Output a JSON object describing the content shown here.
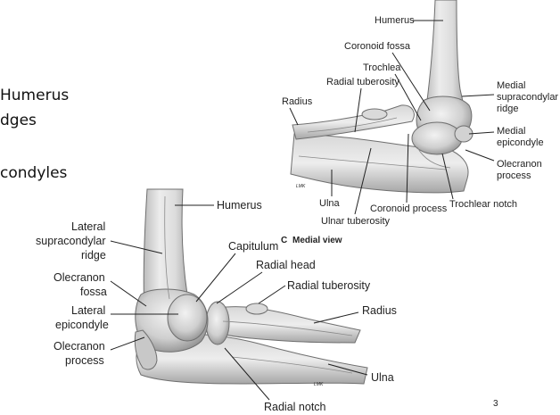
{
  "slide": {
    "text_fragments": [
      "Humerus",
      "dges",
      "condyles"
    ],
    "page_number": "3"
  },
  "medial_view": {
    "caption_letter": "C",
    "caption": "Medial view",
    "artist_initials": "LMK",
    "labels": {
      "humerus": "Humerus",
      "coronoid_fossa": "Coronoid fossa",
      "trochlea": "Trochlea",
      "radial_tuberosity": "Radial tuberosity",
      "radius": "Radius",
      "medial_supracondylar_ridge": [
        "Medial",
        "supracondylar",
        "ridge"
      ],
      "medial_epicondyle": [
        "Medial",
        "epicondyle"
      ],
      "olecranon_process": [
        "Olecranon",
        "process"
      ],
      "ulna": "Ulna",
      "coronoid_process": "Coronoid process",
      "trochlear_notch": "Trochlear notch",
      "ulnar_tuberosity": "Ulnar tuberosity"
    }
  },
  "lateral_view": {
    "artist_initials": "LMK",
    "labels": {
      "humerus": "Humerus",
      "lateral_supracondylar_ridge": [
        "Lateral",
        "supracondylar",
        "ridge"
      ],
      "olecranon_fossa": [
        "Olecranon",
        "fossa"
      ],
      "lateral_epicondyle": [
        "Lateral",
        "epicondyle"
      ],
      "olecranon_process": [
        "Olecranon",
        "process"
      ],
      "capitulum": "Capitulum",
      "radial_head": "Radial head",
      "radial_tuberosity": "Radial tuberosity",
      "radius": "Radius",
      "ulna": "Ulna",
      "radial_notch": "Radial notch"
    }
  },
  "colors": {
    "bone_light": "#e6e6e6",
    "bone_mid": "#c9c9c9",
    "bone_dark": "#9a9a9a",
    "text": "#222222"
  }
}
